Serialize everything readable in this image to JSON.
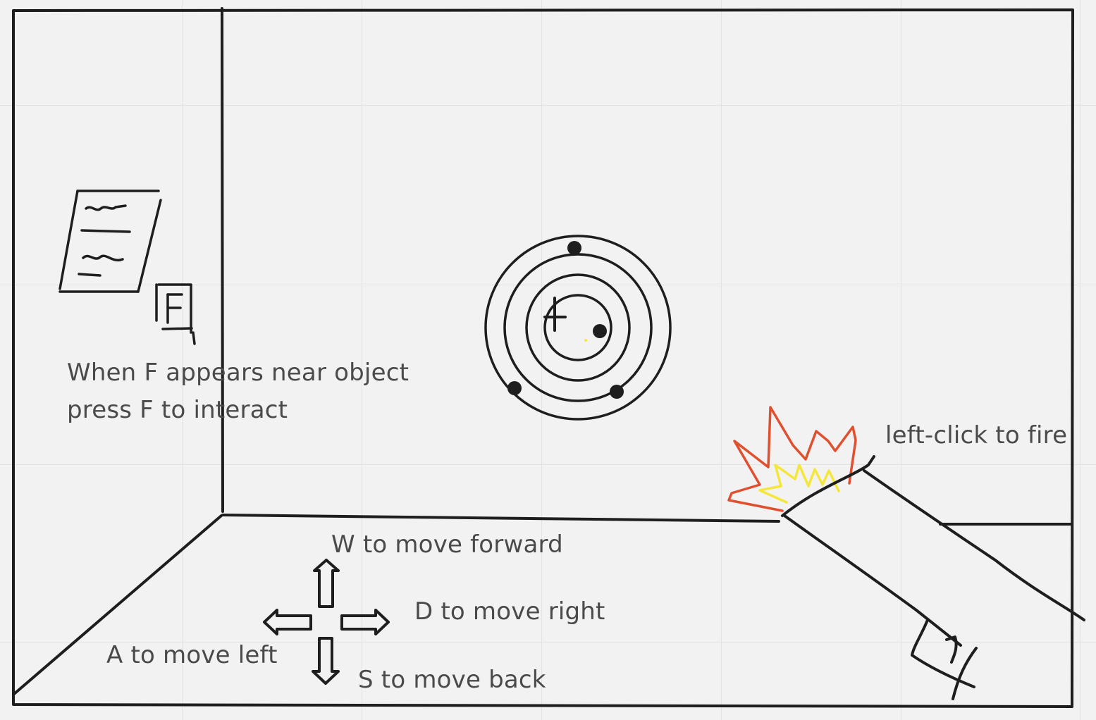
{
  "colors": {
    "background": "#f2f2f2",
    "grid": "#e3e3e3",
    "ink": "#1e1e1e",
    "text": "#4a4a4a",
    "flame_outer": "#e0502e",
    "flame_inner": "#f5e63c"
  },
  "notes": {
    "interact_line1": "When F appears near object",
    "interact_line2": "press F to interact",
    "fire": "left-click to fire",
    "forward": "W to move forward",
    "right": "D to move right",
    "left": "A to move left",
    "back": "S to move back"
  },
  "objects": {
    "paper_icon": "note-paper-icon",
    "interact_key": "F",
    "target_icon": "target-icon",
    "crosshair_icon": "crosshair-icon",
    "arrows_icon": "movement-arrows-icon",
    "gun_icon": "gun-arm-icon",
    "flash_icon": "muzzle-flash-icon"
  }
}
